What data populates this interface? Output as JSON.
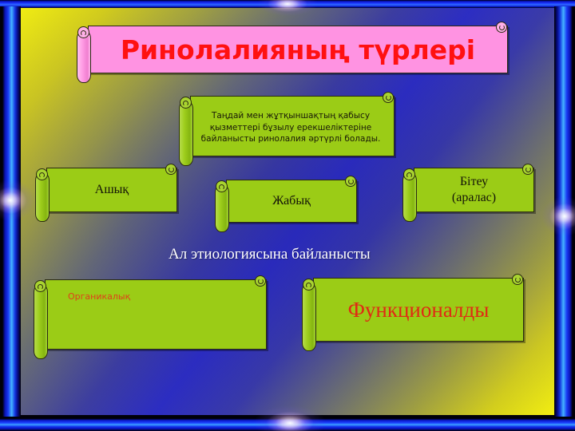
{
  "slide": {
    "title": "Ринолалияның түрлері",
    "note": "Таңдай мен жұтқыншақтың қабысу қызметтері бұзылу ерекшеліктеріне байланысты ринолалия әртүрлі болады.",
    "middle_caption": "Ал этиологиясына байланысты",
    "types": [
      {
        "label": "Ашық"
      },
      {
        "label": "Жабық"
      },
      {
        "label": "Бітеу\n(аралас)"
      }
    ],
    "etiology": [
      {
        "label": "Органикалық"
      },
      {
        "label": "Функционалды"
      }
    ],
    "colors": {
      "title_text": "#ff1111",
      "title_banner": "#ff93e2",
      "scroll_green": "#9bcc16",
      "caption_text": "#ffffff",
      "organic_text": "#e0401a",
      "functional_text": "#e02a14",
      "frame_blue": "#1e3cff",
      "bg_yellow": "#f2ee11",
      "bg_blue": "#2d2ec4"
    }
  }
}
